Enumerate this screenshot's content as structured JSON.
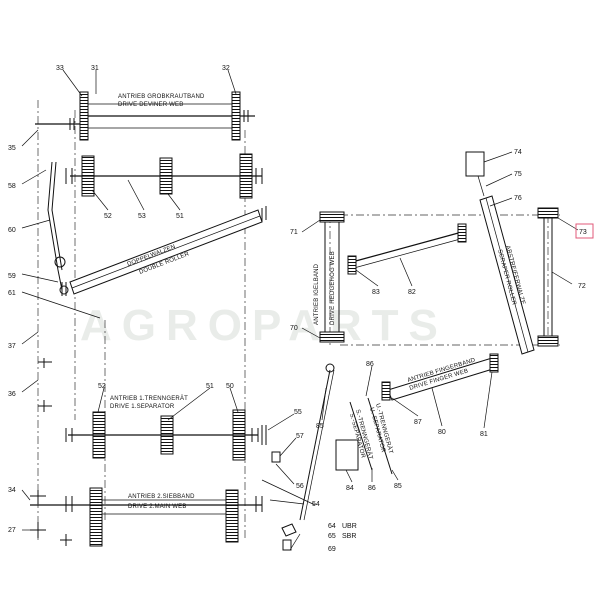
{
  "labels": {
    "drive_deviner_de": "ANTRIEB GROBKRAUTBAND",
    "drive_deviner_en": "DRIVE DEVINER WEB",
    "double_roller_de": "DOPPELWALZEN",
    "double_roller_en": "DOUBLE ROLLER",
    "hedgehog_de": "ANTRIEB IGELBAND",
    "hedgehog_en": "DRIVE HEDGEHOG WEB",
    "scraper_de": "ABSTREIFERWALZE",
    "scraper_en": "SCRAPER ROLLER",
    "finger_de": "ANTRIEB FINGERBAND",
    "finger_en": "DRIVE FINGER WEB",
    "separator1_de": "ANTRIEB 1.TRENNGERÄT",
    "separator1_en": "DRIVE 1.SEPARATOR",
    "main_web_de": "ANTRIEB 2.SIEBBAND",
    "main_web_en": "DRIVE 2.MAIN WEB",
    "s_separator_de": "S.-TRENNGERÄT",
    "s_separator_en": "S.-SEPARATOR",
    "u_separator_de": "U.-TRENNGERÄT",
    "u_separator_en": "U.-SEPARATOR",
    "ubr": "UBR",
    "sbr": "SBR"
  },
  "watermark": "AGROPARTS",
  "callouts": {
    "c33": "33",
    "c31": "31",
    "c32": "32",
    "c35": "35",
    "c58": "58",
    "c52a": "52",
    "c53": "53",
    "c51a": "51",
    "c60": "60",
    "c59": "59",
    "c61": "61",
    "c37": "37",
    "c36": "36",
    "c52b": "52",
    "c51b": "51",
    "c50": "50",
    "c55": "55",
    "c57": "57",
    "c56": "56",
    "c34": "34",
    "c27": "27",
    "c54": "54",
    "c64": "64",
    "c65": "65",
    "c69": "69",
    "c74": "74",
    "c75": "75",
    "c76": "76",
    "c73": "73",
    "c72": "72",
    "c71": "71",
    "c70": "70",
    "c83": "83",
    "c82": "82",
    "c86a": "86",
    "c85a": "85",
    "c87": "87",
    "c80": "80",
    "c81": "81",
    "c84": "84",
    "c86b": "86",
    "c85b": "85"
  },
  "highlight_color": "#e05a78"
}
